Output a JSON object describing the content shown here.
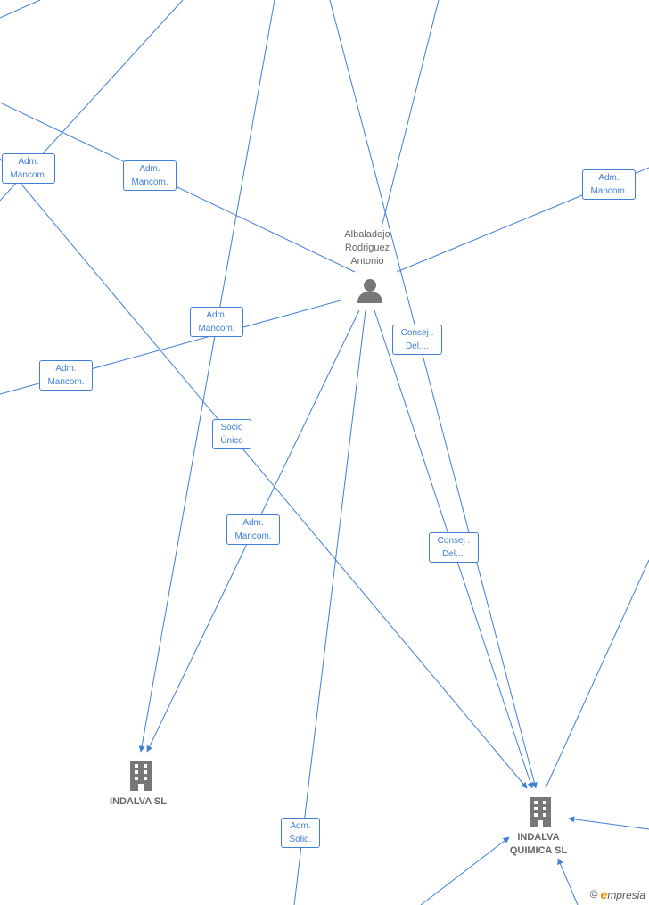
{
  "person": {
    "name_lines": [
      "Albaladejo",
      "Rodriguez",
      "Antonio"
    ],
    "icon": "person-icon"
  },
  "companies": [
    {
      "id": "indalva",
      "name_lines": [
        "INDALVA SL"
      ],
      "icon": "building-icon"
    },
    {
      "id": "indalva_quimica",
      "name_lines": [
        "INDALVA",
        "QUIMICA SL"
      ],
      "icon": "building-icon"
    }
  ],
  "edge_labels": [
    [
      "Adm.",
      "Mancom."
    ],
    [
      "Adm.",
      "Mancom."
    ],
    [
      "Adm.",
      "Mancom."
    ],
    [
      "Adm.",
      "Mancom."
    ],
    [
      "Adm.",
      "Mancom."
    ],
    [
      "Consej .",
      "Del...."
    ],
    [
      "Socio",
      "Único"
    ],
    [
      "Adm.",
      "Mancom."
    ],
    [
      "Consej .",
      "Del...."
    ],
    [
      "Adm.",
      "Solid."
    ]
  ],
  "colors": {
    "edge": "#3f7fd6",
    "node_text": "#666666",
    "icon": "#777777",
    "brand_accent": "#f29100"
  },
  "brand": {
    "copyright": "©",
    "first_letter": "e",
    "rest": "mpresia"
  }
}
